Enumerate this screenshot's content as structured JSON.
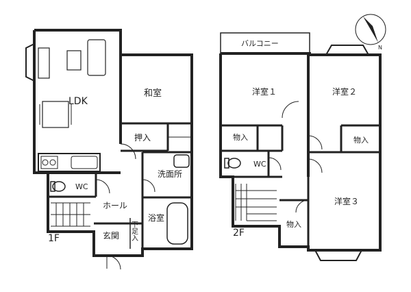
{
  "floor1": {
    "label": "1F",
    "rooms": {
      "ldk": "LDK",
      "washitsu": "和室",
      "oshiire": "押入",
      "wc": "WC",
      "senmenjo": "洗面所",
      "hall": "ホール",
      "yokushitsu": "浴室",
      "genkan": "玄関",
      "shimoashi": "下足入"
    }
  },
  "floor2": {
    "label": "2F",
    "balcony": "バルコニー",
    "rooms": {
      "yoshitsu1": "洋室１",
      "yoshitsu2": "洋室２",
      "yoshitsu3": "洋室３",
      "monoire1": "物入",
      "monoire2": "物入",
      "monoire3": "物入",
      "wc": "WC"
    }
  },
  "compass": {
    "label": "N"
  }
}
